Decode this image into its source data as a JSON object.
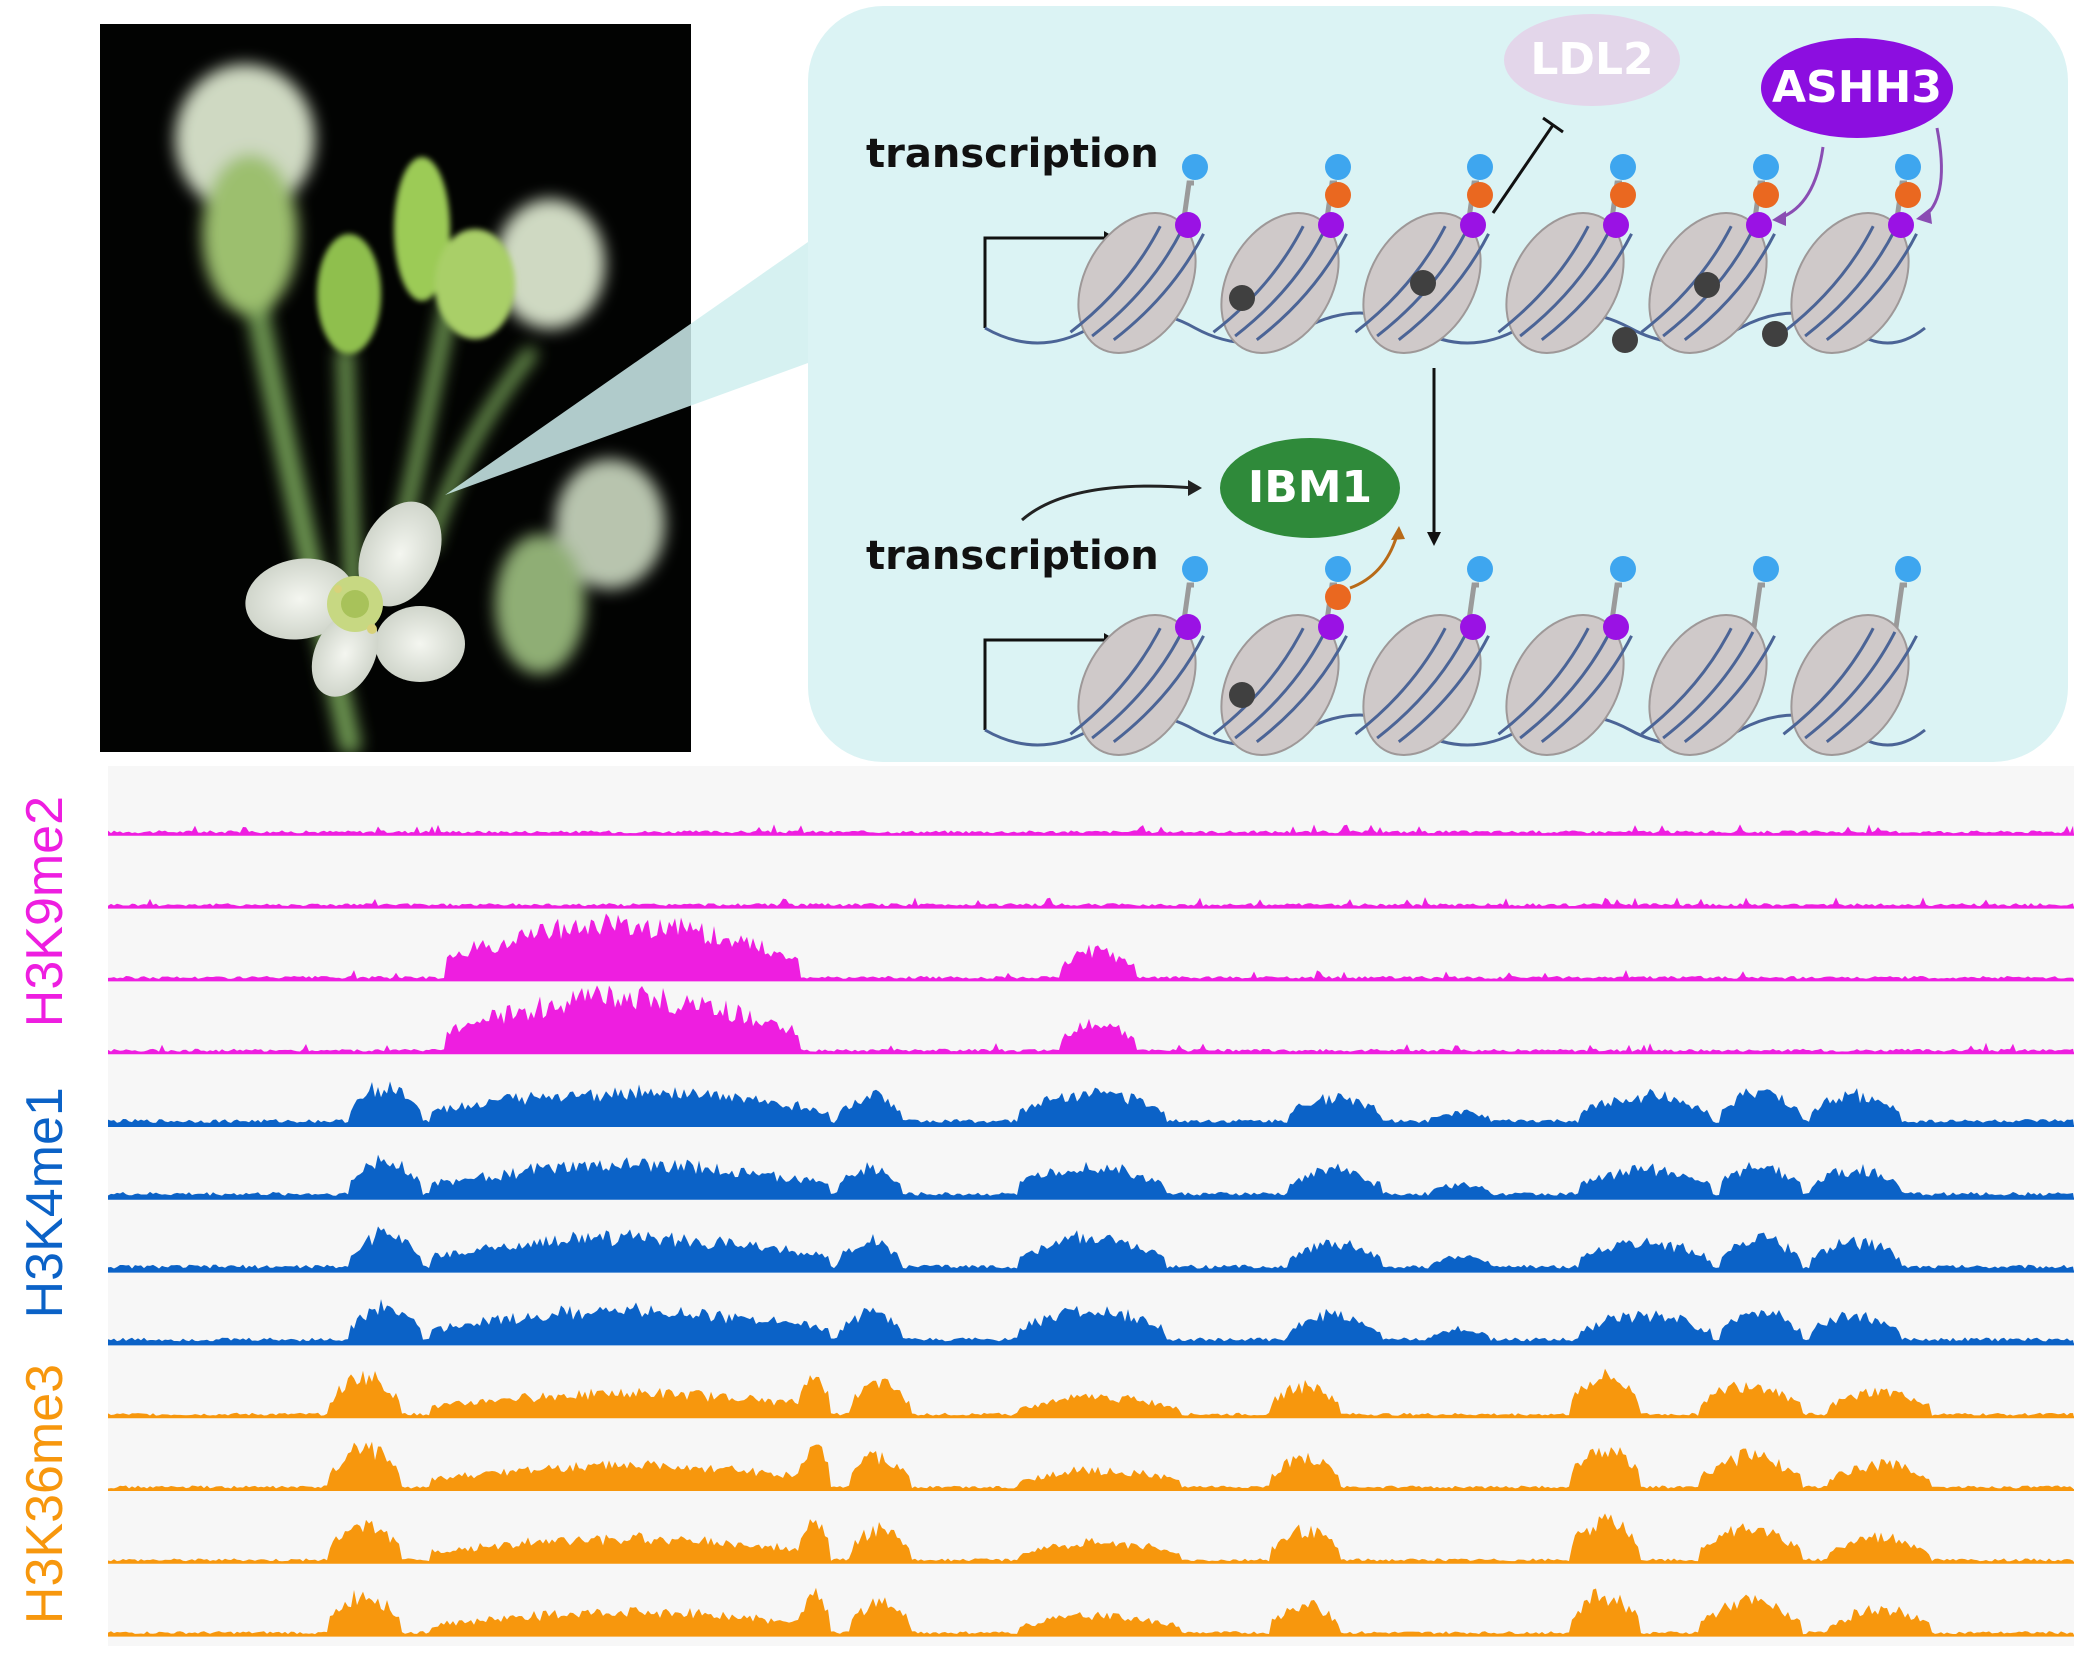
{
  "diagram": {
    "transcription_top": "transcription",
    "transcription_bottom": "transcription",
    "ldl2": "LDL2",
    "ashh3": "ASHH3",
    "ibm1": "IBM1"
  },
  "tracks": {
    "groups": [
      {
        "label": "H3K9me2",
        "color": "#ee1ee0",
        "count": 4
      },
      {
        "label": "H3K4me1",
        "color": "#0b62c7",
        "count": 4
      },
      {
        "label": "H3K36me3",
        "color": "#f7970d",
        "count": 4
      }
    ]
  },
  "colors": {
    "panel_bg": "#dbf3f4",
    "nucleosome": "#cfc9c9",
    "dot_blue": "#3ea6ef",
    "dot_orange": "#ea6820",
    "dot_purple": "#9a12e4",
    "dot_dark": "#404040",
    "ldl2_fill": "#e3d6ea",
    "ashh3_fill": "#8c0ee0",
    "ibm1_fill": "#2f8a3a",
    "track_bg": "#f7f7f7"
  }
}
